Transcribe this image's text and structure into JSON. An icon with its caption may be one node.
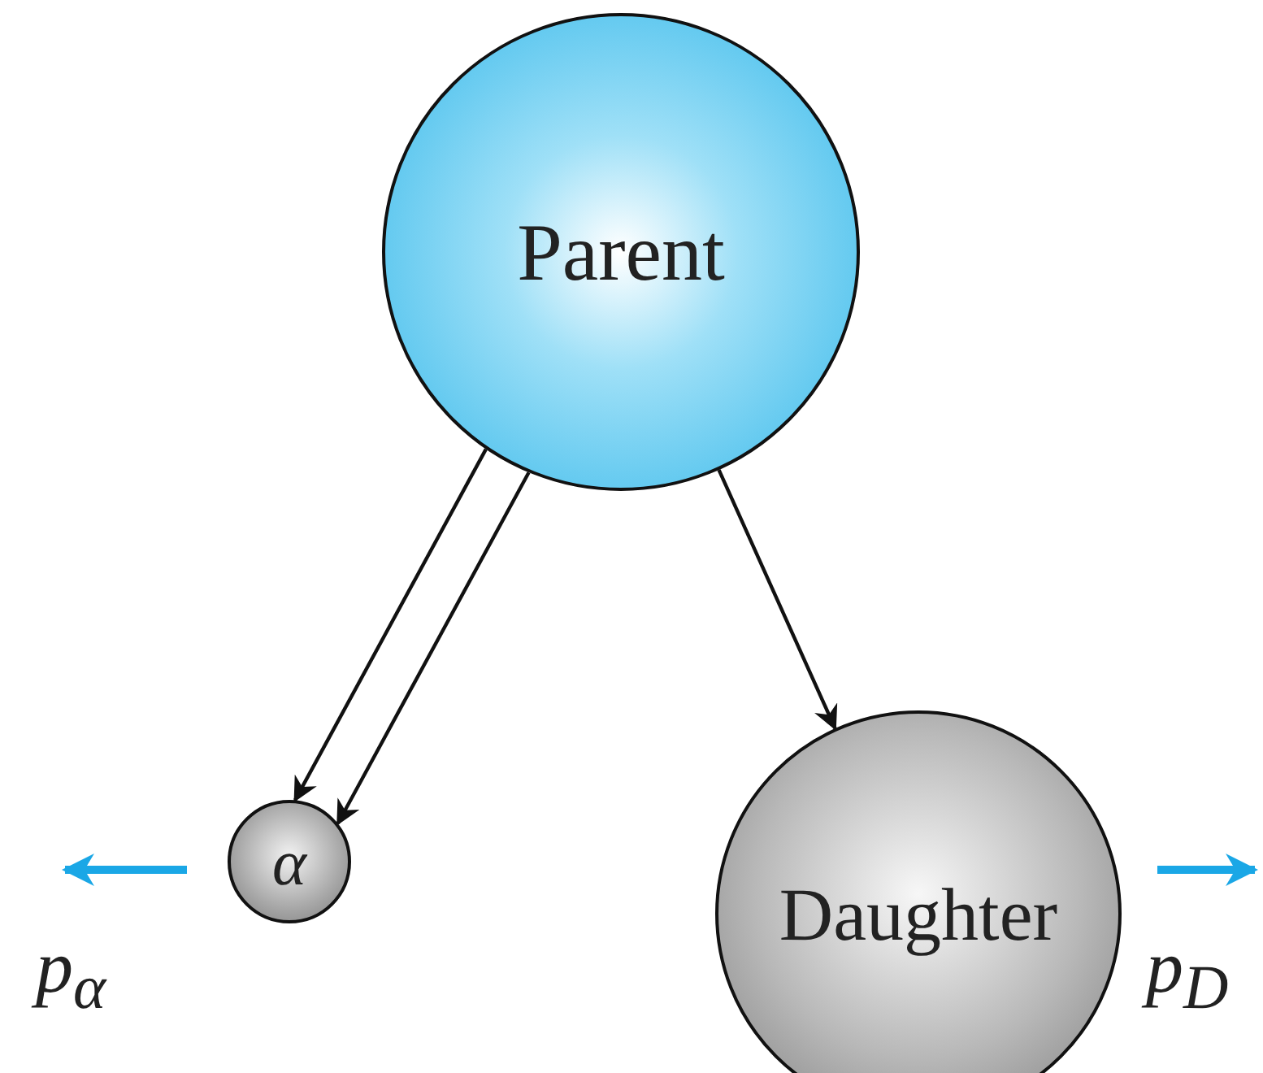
{
  "diagram": {
    "nodes": [
      {
        "text": [
          "Parent"
        ]
      },
      {
        "text": [
          "α"
        ]
      },
      {
        "text": [
          "Daughter"
        ]
      }
    ],
    "edges": [
      {
        "from": 0,
        "to": 1,
        "arrow": "to"
      },
      {
        "from": 0,
        "to": 1,
        "arrow": "to"
      },
      {
        "from": 0,
        "to": 2,
        "arrow": "to"
      }
    ],
    "labels": [
      "p$_{α}$",
      "p$_{D}$"
    ]
  }
}
